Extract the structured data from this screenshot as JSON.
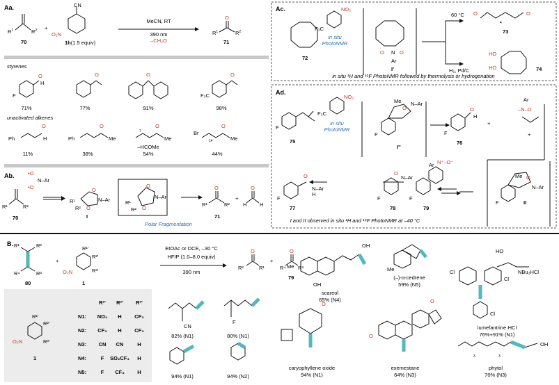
{
  "colors": {
    "accent_blue": "#2a6fb3",
    "accent_red": "#c0392b",
    "teal": "#4fb9bd",
    "grey_band": "#c8c8c8",
    "box_fill": "#ececec"
  },
  "panel_aa": {
    "label": "Aa.",
    "compound_left": "70",
    "reagent": "1h",
    "reagent_equiv": "(1.5 equiv)",
    "cond1": "MeCN, RT",
    "cond2": "390 nm",
    "cond3": "–CH₂O",
    "product": "71",
    "styrenes_label": "styrenes",
    "unactivated_label": "unactivated alkenes",
    "yields_row1": [
      "71%",
      "77%",
      "91%",
      "98%"
    ],
    "yields_row2": [
      "11%",
      "38%",
      "54%",
      "44%"
    ],
    "extra_note": "–HCOMe",
    "sub_7": "7",
    "sub_14": "14"
  },
  "panel_ab": {
    "label": "Ab.",
    "compound": "70",
    "int_label": "I",
    "fragment_text": "Polar Fragmentation",
    "product": "71"
  },
  "panel_ac": {
    "label": "Ac.",
    "compound": "72",
    "insitu1": "in situ",
    "insitu2": "PhotoNMR",
    "int_label": "I'",
    "cond_top": "60 °C",
    "cond_bottom": "H₂, Pd/C",
    "prod_top": "73",
    "prod_bottom": "74",
    "sub_n": "4",
    "caption": "in situ ¹H and ¹⁹F PhotoNMR followed by thermolysis or hydrogenation"
  },
  "panel_ad": {
    "label": "Ad.",
    "compound": "75",
    "insitu1": "in situ",
    "insitu2": "PhotoNMR",
    "int_label": "I''",
    "prod76": "76",
    "prod77": "77",
    "prod78": "78",
    "prod79": "79",
    "int2": "II",
    "caption": "I and II observed in situ ¹H and ¹⁹F PhotoNMR at –40 °C"
  },
  "panel_b": {
    "label": "B.",
    "cond1": "EtOAc or DCE, –30 °C",
    "cond2": "HFIP (1.0–8.0 equiv)",
    "cond3": "390 nm",
    "cmpd80": "80",
    "cmpd1": "1",
    "cmpd79": "79",
    "table_headers": [
      "R¹'",
      "R²'",
      "R³'"
    ],
    "table_rows": [
      [
        "N1:",
        "NO₂",
        "H",
        "CF₃"
      ],
      [
        "N2:",
        "CF₃",
        "H",
        "CF₃"
      ],
      [
        "N3:",
        "CN",
        "CN",
        "H"
      ],
      [
        "N4:",
        "F",
        "SO₂CF₃",
        "H"
      ],
      [
        "N5:",
        "F",
        "CF₃",
        "H"
      ]
    ],
    "box_cmpd": "1",
    "small_yields": [
      "82% (N1)",
      "80% (N1)",
      "94% (N1)",
      "94% (N2)"
    ],
    "natural_products": [
      {
        "name": "scareol",
        "yield": "65% (N4)"
      },
      {
        "name": "(–)-α-cedrene",
        "yield": "59% (N5)"
      },
      {
        "name": "lumefantrine·HCl",
        "yield": "76%+91% (N1)"
      },
      {
        "name": "caryophyllene oxide",
        "yield": "94% (N1)"
      },
      {
        "name": "exemestane",
        "yield": "64% (N3)"
      },
      {
        "name": "phytol",
        "yield": "70% (N3)"
      }
    ]
  }
}
